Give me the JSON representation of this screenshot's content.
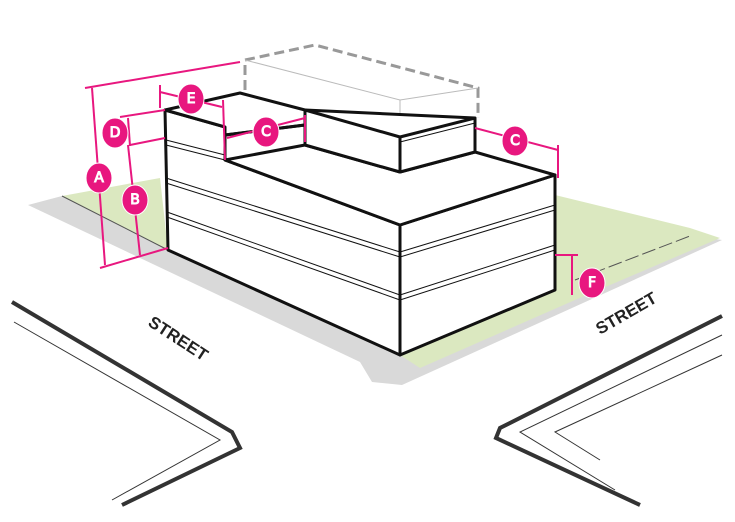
{
  "colors": {
    "dimension": "#e8177f",
    "ground": "#d9d9d9",
    "lawn": "#dbe8c0",
    "outline": "#111111",
    "ghost": "#999999"
  },
  "streets": [
    "STREET",
    "STREET"
  ],
  "dimensions": [
    {
      "id": "A",
      "label": "A"
    },
    {
      "id": "B",
      "label": "B"
    },
    {
      "id": "D",
      "label": "D"
    },
    {
      "id": "E",
      "label": "E"
    },
    {
      "id": "C1",
      "label": "C"
    },
    {
      "id": "C2",
      "label": "C"
    },
    {
      "id": "F",
      "label": "F"
    }
  ]
}
